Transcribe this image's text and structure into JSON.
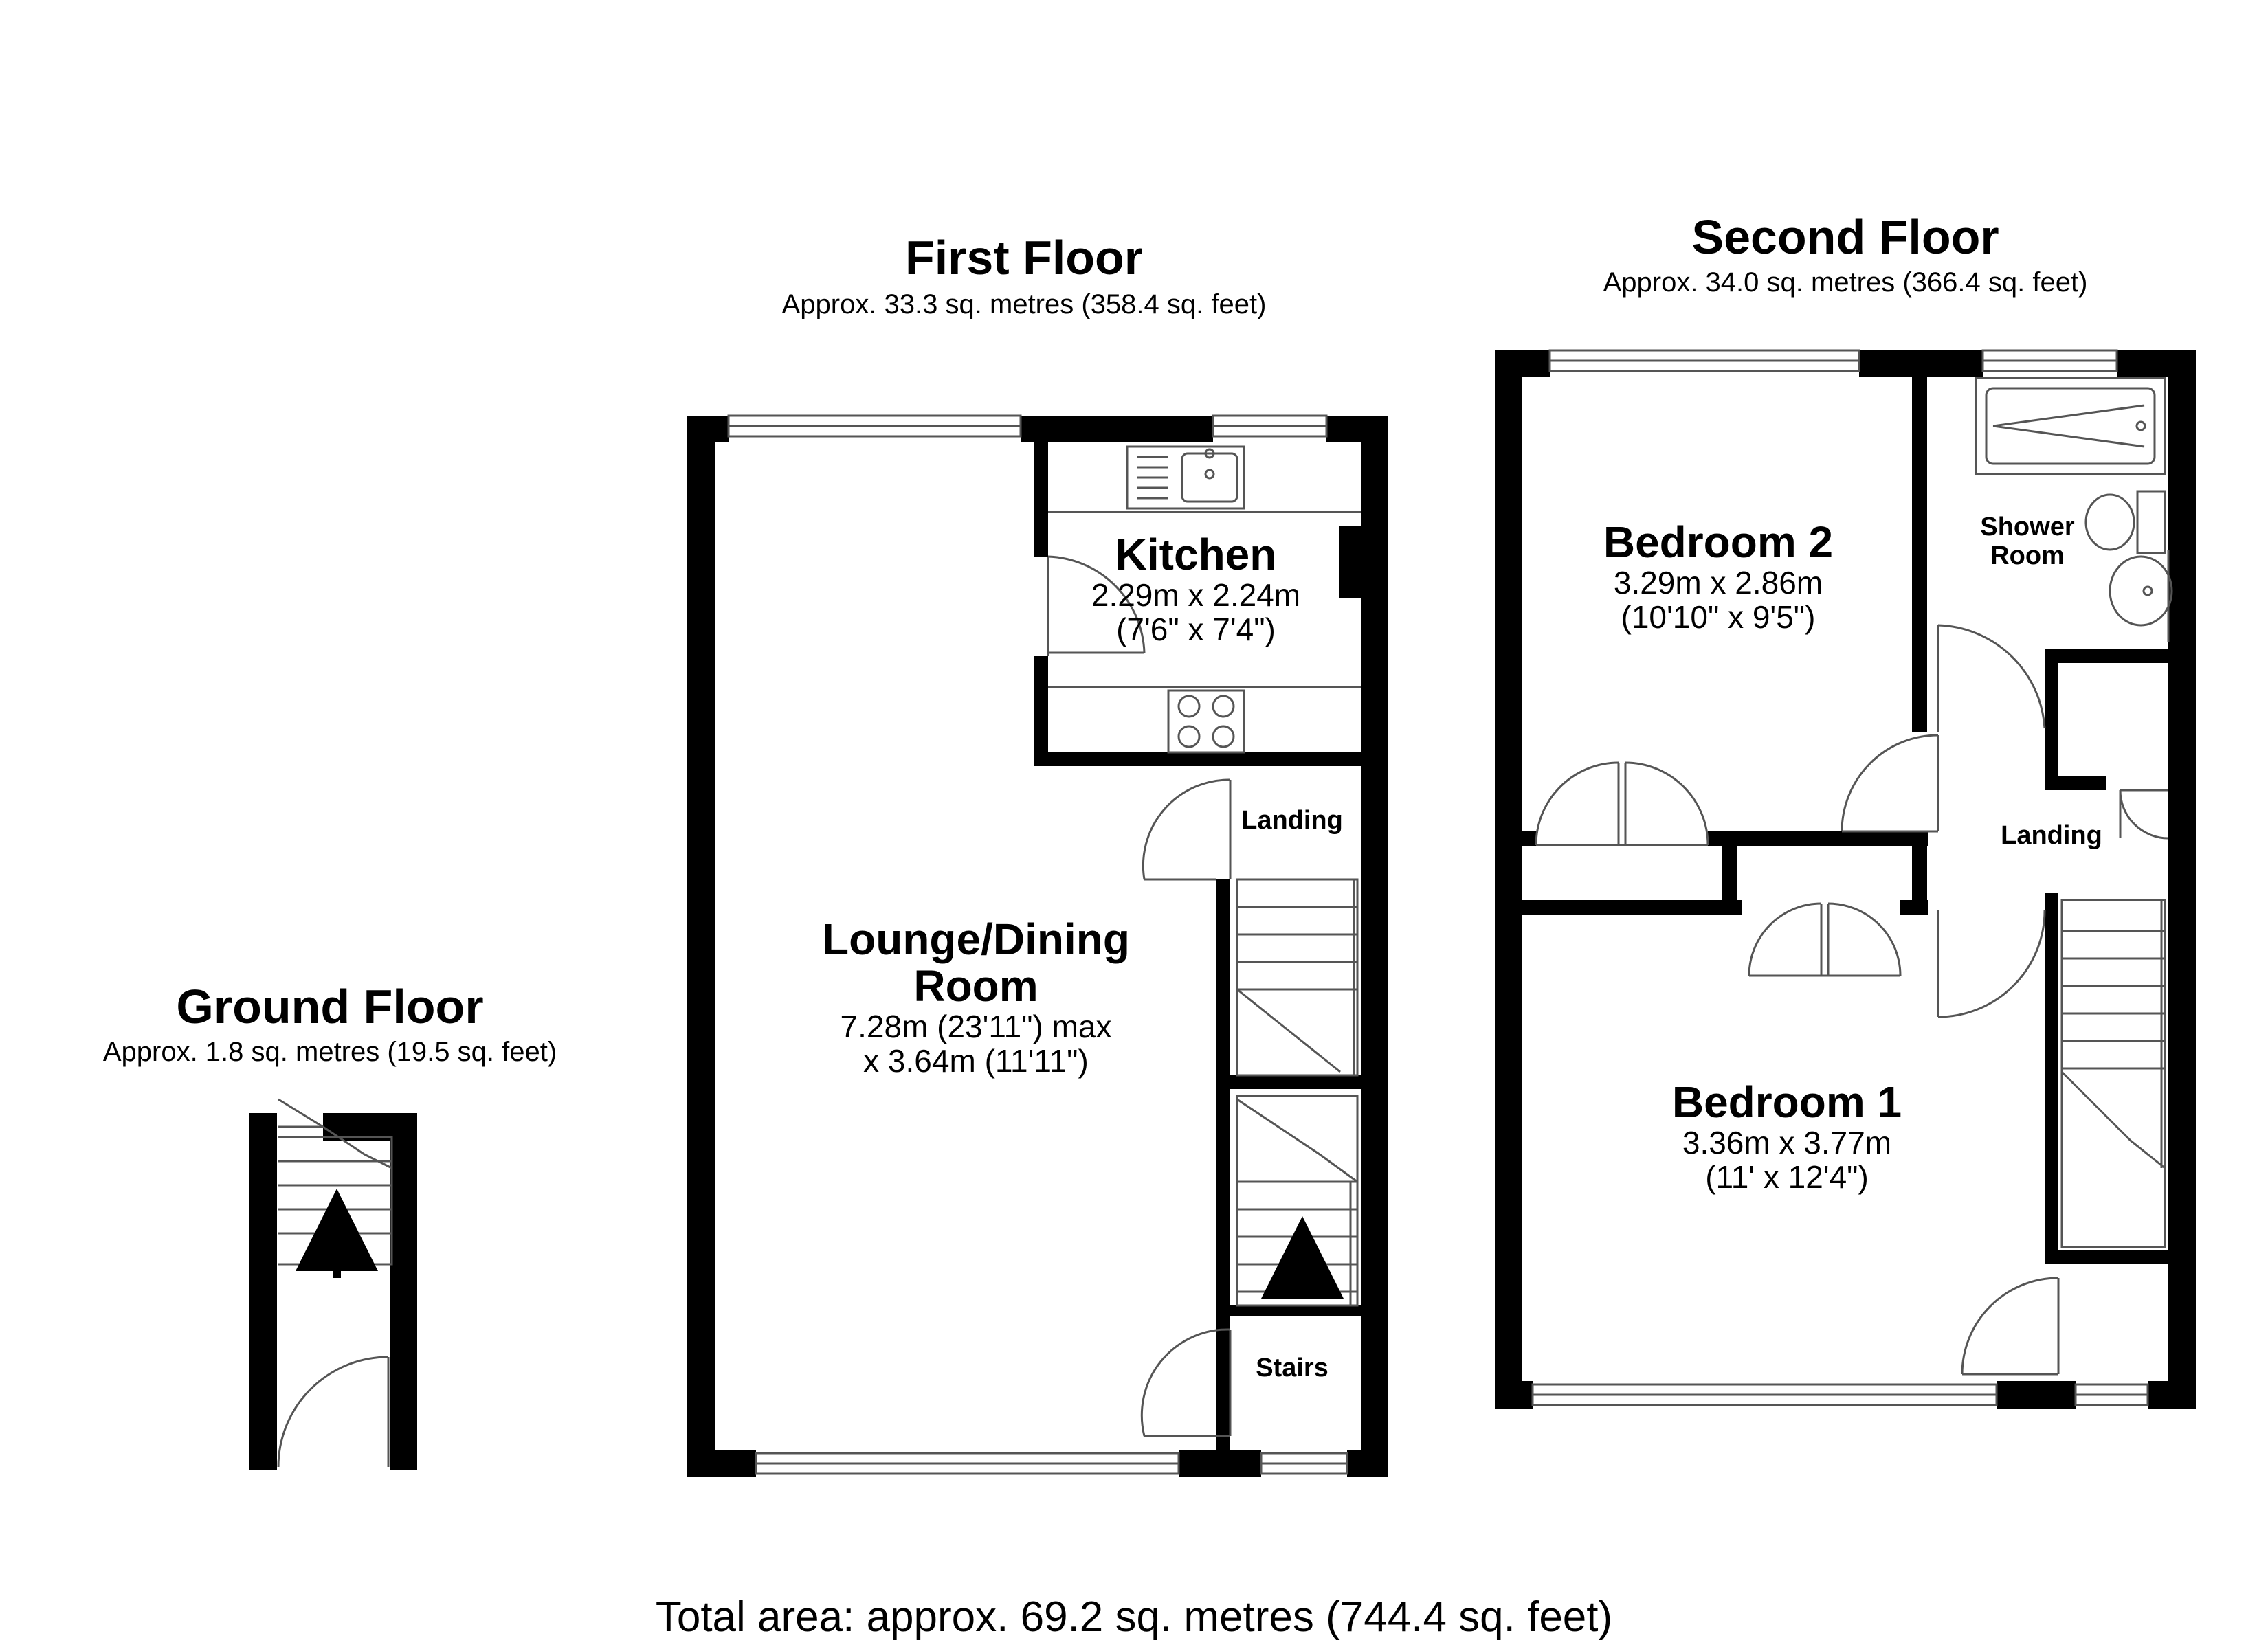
{
  "floors": {
    "ground": {
      "title": "Ground Floor",
      "area": "Approx. 1.8 sq. metres (19.5 sq. feet)"
    },
    "first": {
      "title": "First Floor",
      "area": "Approx. 33.3 sq. metres (358.4 sq. feet)"
    },
    "second": {
      "title": "Second Floor",
      "area": "Approx. 34.0 sq. metres (366.4 sq. feet)"
    }
  },
  "rooms": {
    "kitchen": {
      "name": "Kitchen",
      "metric": "2.29m x 2.24m",
      "imperial": "(7'6\" x 7'4\")"
    },
    "lounge": {
      "name_line1": "Lounge/Dining",
      "name_line2": "Room",
      "dims_line1": "7.28m (23'11\") max",
      "dims_line2": "x 3.64m (11'11\")"
    },
    "landing_first": "Landing",
    "stairs": "Stairs",
    "bedroom2": {
      "name": "Bedroom 2",
      "metric": "3.29m x 2.86m",
      "imperial": "(10'10\" x 9'5\")"
    },
    "bedroom1": {
      "name": "Bedroom 1",
      "metric": "3.36m x 3.77m",
      "imperial": "(11' x 12'4\")"
    },
    "shower": {
      "line1": "Shower",
      "line2": "Room"
    },
    "landing_second": "Landing"
  },
  "total_area": "Total area: approx. 69.2 sq. metres (744.4 sq. feet)",
  "colors": {
    "wall": "#000000",
    "background": "#ffffff",
    "fixture": "#555555"
  }
}
